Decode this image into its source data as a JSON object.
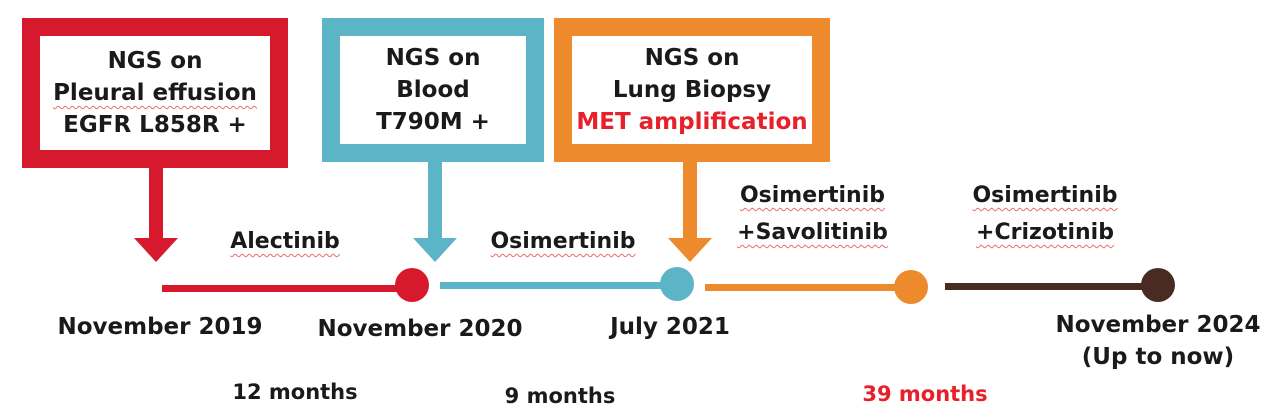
{
  "boxes": [
    {
      "lines": [
        "NGS on",
        "Pleural effusion",
        "EGFR L858R +"
      ],
      "color": "#d7192d",
      "highlight_line": -1
    },
    {
      "lines": [
        "NGS on",
        "Blood",
        "T790M +"
      ],
      "color": "#5bb5c6",
      "highlight_line": -1
    },
    {
      "lines": [
        "NGS on",
        "Lung Biopsy",
        "MET amplification"
      ],
      "color": "#ec8a2c",
      "highlight_line": 2,
      "highlight_color": "#e8202a"
    }
  ],
  "treatments": [
    {
      "lines": [
        "Alectinib"
      ]
    },
    {
      "lines": [
        "Osimertinib"
      ]
    },
    {
      "lines": [
        "Osimertinib",
        "+Savolitinib"
      ]
    },
    {
      "lines": [
        "Osimertinib",
        "+Crizotinib"
      ]
    }
  ],
  "dates": [
    {
      "lines": [
        "November 2019"
      ]
    },
    {
      "lines": [
        "November 2020"
      ]
    },
    {
      "lines": [
        "July 2021"
      ]
    },
    {
      "lines": [
        "November 2024",
        "(Up to now)"
      ]
    }
  ],
  "durations": [
    {
      "text": "12 months",
      "color": "#1a1a1a"
    },
    {
      "text": "9 months",
      "color": "#1a1a1a"
    },
    {
      "text": "39 months",
      "color": "#e8202a"
    }
  ],
  "segments": [
    {
      "color": "#d7192d"
    },
    {
      "color": "#5bb5c6"
    },
    {
      "color": "#ec8a2c"
    },
    {
      "color": "#4a2b24"
    }
  ],
  "markers": [
    {
      "color": "#d7192d"
    },
    {
      "color": "#5bb5c6"
    },
    {
      "color": "#ec8a2c"
    },
    {
      "color": "#4a2b24"
    }
  ]
}
